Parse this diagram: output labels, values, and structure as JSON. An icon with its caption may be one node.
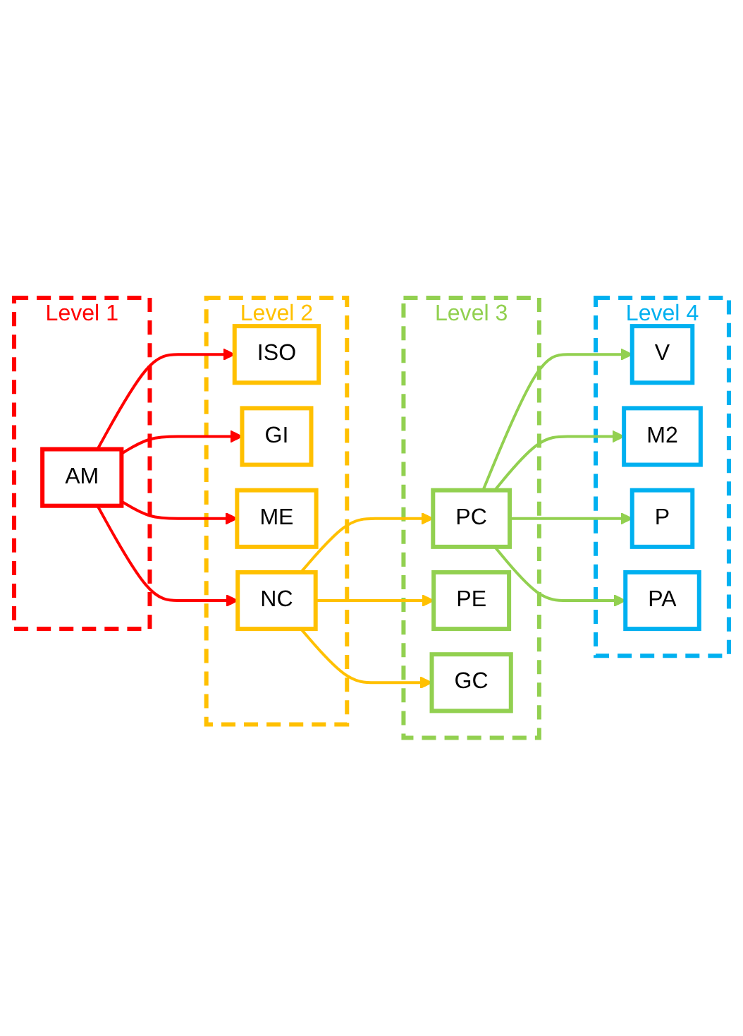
{
  "diagram": {
    "nodes": [
      {
        "text": [
          "Level 1"
        ]
      },
      {
        "text": [
          "AM"
        ],
        "in": 0
      },
      {
        "text": [
          "Level 2"
        ]
      },
      {
        "text": [
          "ISO"
        ],
        "in": 2
      },
      {
        "text": [
          "GI"
        ],
        "in": 2
      },
      {
        "text": [
          "ME"
        ],
        "in": 2
      },
      {
        "text": [
          "NC"
        ],
        "in": 2
      },
      {
        "text": [
          "Level 3"
        ]
      },
      {
        "text": [
          "PC"
        ],
        "in": 7
      },
      {
        "text": [
          "PE"
        ],
        "in": 7
      },
      {
        "text": [
          "GC"
        ],
        "in": 7
      },
      {
        "text": [
          "Level 4"
        ]
      },
      {
        "text": [
          "V"
        ],
        "in": 11
      },
      {
        "text": [
          "M2"
        ],
        "in": 11
      },
      {
        "text": [
          "P"
        ],
        "in": 11
      },
      {
        "text": [
          "PA"
        ],
        "in": 11
      }
    ],
    "edges": [
      {
        "from": 1,
        "to": 3,
        "arrow": "to",
        "color": "#ff0000"
      },
      {
        "from": 1,
        "to": 4,
        "arrow": "to",
        "color": "#ff0000"
      },
      {
        "from": 1,
        "to": 5,
        "arrow": "to",
        "color": "#ff0000"
      },
      {
        "from": 1,
        "to": 6,
        "arrow": "to",
        "color": "#ff0000"
      },
      {
        "from": 6,
        "to": 8,
        "arrow": "to",
        "color": "#ffc000"
      },
      {
        "from": 6,
        "to": 9,
        "arrow": "to",
        "color": "#ffc000"
      },
      {
        "from": 6,
        "to": 10,
        "arrow": "to",
        "color": "#ffc000"
      },
      {
        "from": 8,
        "to": 12,
        "arrow": "to",
        "color": "#92d050"
      },
      {
        "from": 8,
        "to": 13,
        "arrow": "to",
        "color": "#92d050"
      },
      {
        "from": 8,
        "to": 14,
        "arrow": "to",
        "color": "#92d050"
      },
      {
        "from": 8,
        "to": 15,
        "arrow": "to",
        "color": "#92d050"
      }
    ]
  }
}
